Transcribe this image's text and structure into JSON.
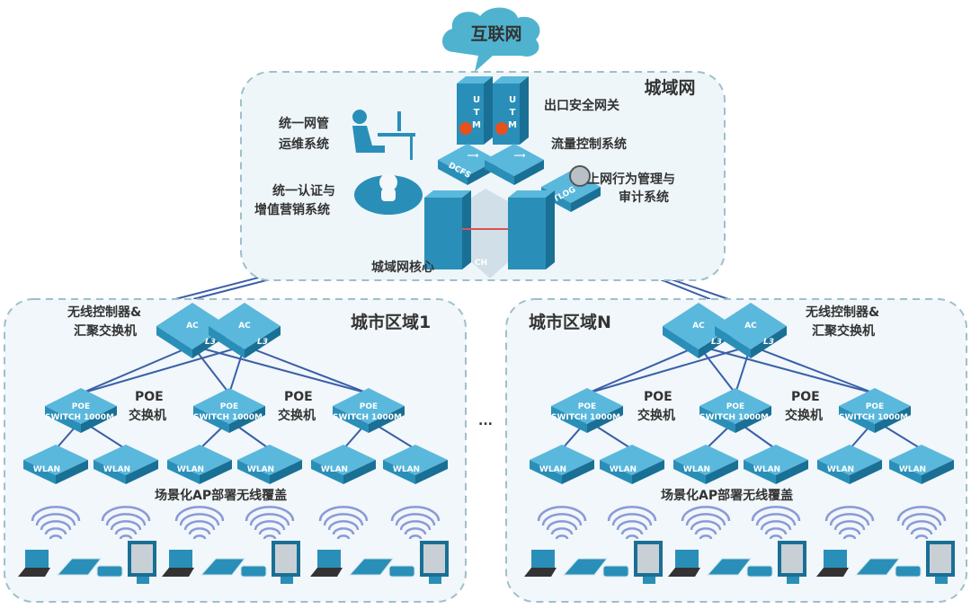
{
  "internet": {
    "label": "互联网"
  },
  "metro": {
    "title": "城域网",
    "gateway_label": "出口安全网关",
    "flow_label": "流量控制系统",
    "audit_label_1": "上网行为管理与",
    "audit_label_2": "审计系统",
    "nms_label_1": "统一网管",
    "nms_label_2": "运维系统",
    "auth_label_1": "统一认证与",
    "auth_label_2": "增值营销系统",
    "core_label": "城域网核心",
    "utm_text": "UTM",
    "dcfs_text": "DCFS",
    "netlog_text": "NETLOG",
    "ch_text": "CH"
  },
  "regions": [
    {
      "title": "城市区域1"
    },
    {
      "title": "城市区域N"
    }
  ],
  "region_labels": {
    "ac_label_1": "无线控制器&",
    "ac_label_2": "汇聚交换机",
    "poe_label_1": "POE",
    "poe_label_2": "交换机",
    "ap_label": "场景化AP部署无线覆盖",
    "ac_text": "AC",
    "l3_text": "L3",
    "poe_text": "POE",
    "switch_text": "SWITCH",
    "speed_text": "1000M",
    "wlan_text": "WLAN"
  },
  "ellipsis": "...",
  "colors": {
    "device": "#2a8fb8",
    "device_dark": "#1a6f95",
    "device_top": "#5ab8dc",
    "line": "#3a5fa8",
    "box_fill": "#eef6fa",
    "box_stroke": "#9fbfcc",
    "cloud": "#4fb3cf",
    "wifi": "#8a9ad8"
  }
}
